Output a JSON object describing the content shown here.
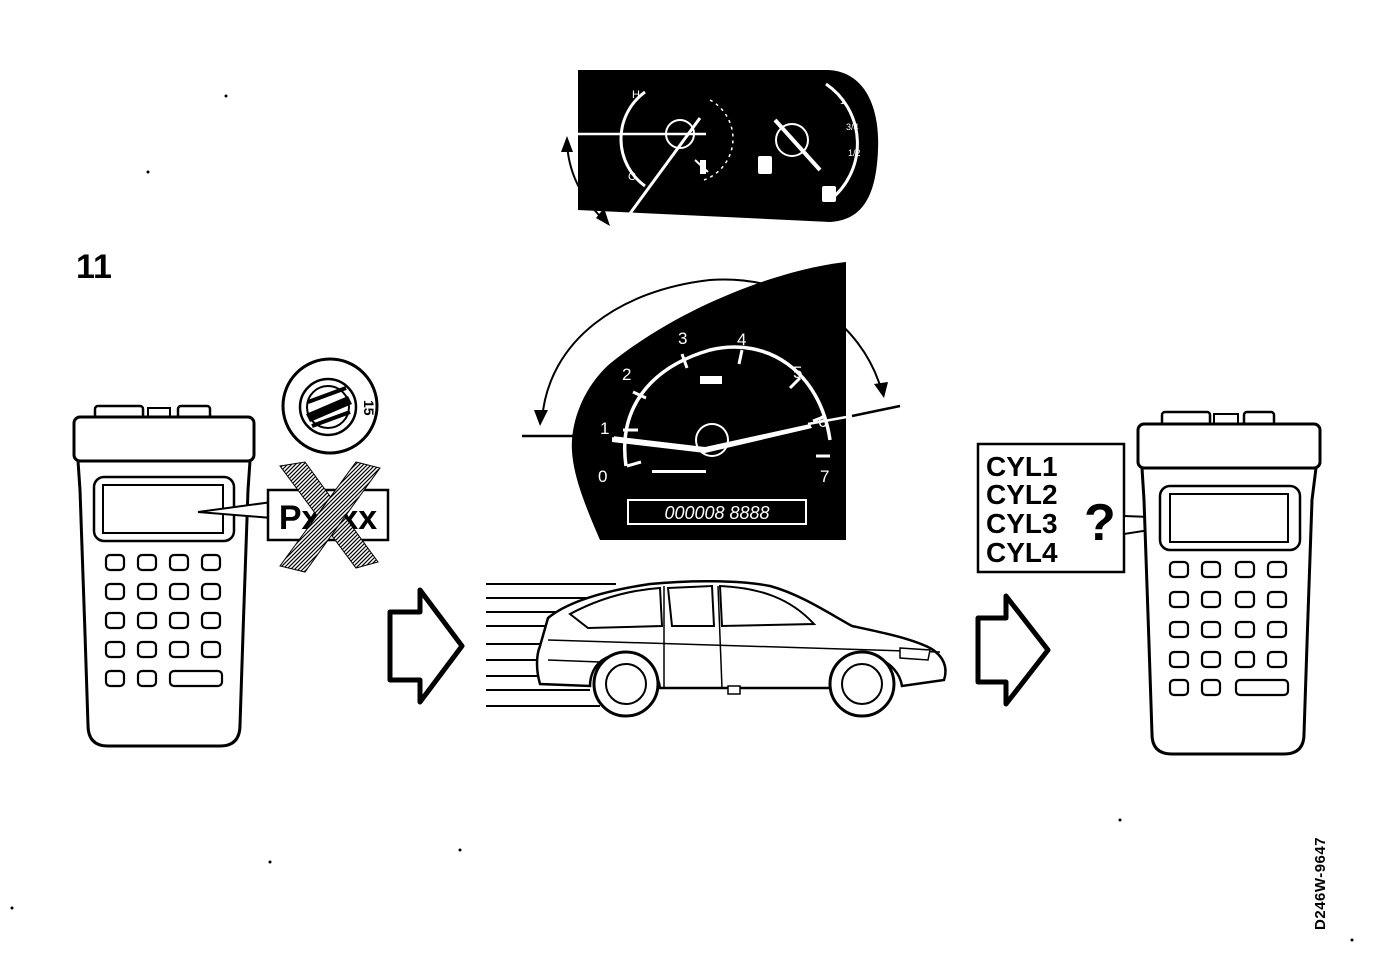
{
  "step_number": "11",
  "drawing_ref": "D246W-9647",
  "prompt_box": {
    "text": "Pxxxx",
    "state": "crossed-out"
  },
  "ignition_key_label": "15",
  "tachometer": {
    "tick_labels": [
      "0",
      "1",
      "2",
      "3",
      "4",
      "5",
      "6",
      "7"
    ],
    "range_from": "1",
    "range_to": "6",
    "odometer": "000008 8888"
  },
  "cylinder_list": [
    "CYL1",
    "CYL2",
    "CYL3",
    "CYL4"
  ],
  "question_mark": "?",
  "icons": [
    "hand-scanner-icon",
    "ignition-key-icon",
    "arrow-right-icon",
    "car-icon",
    "temperature-gauge-icon",
    "fuel-gauge-icon",
    "tachometer-icon"
  ],
  "colors": {
    "ink": "#000000",
    "paper": "#ffffff"
  }
}
